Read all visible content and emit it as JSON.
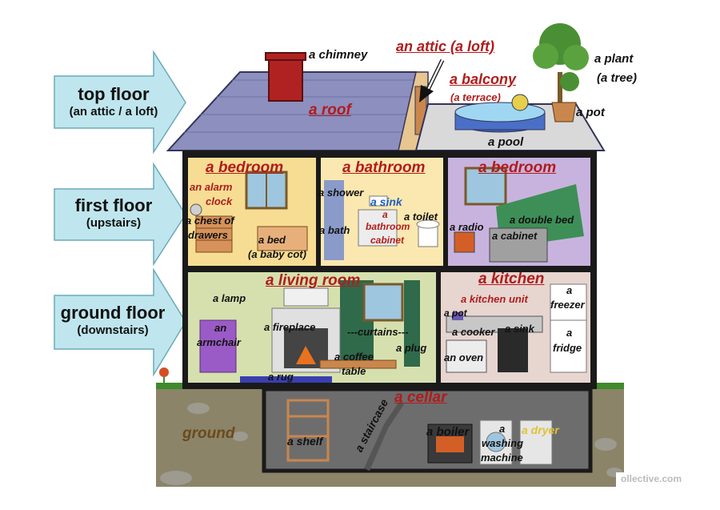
{
  "floors": {
    "top": {
      "name": "top floor",
      "note": "(an attic / a loft)"
    },
    "first": {
      "name": "first floor",
      "note": "(upstairs)"
    },
    "ground": {
      "name": "ground floor",
      "note": "(downstairs)"
    }
  },
  "rooms": {
    "roof": "a roof",
    "attic": "an attic (a loft)",
    "balcony": "a balcony",
    "terrace": "(a terrace)",
    "bedroom_left": "a bedroom",
    "bathroom": "a bathroom",
    "bedroom_right": "a bedroom",
    "living_room": "a living room",
    "kitchen": "a kitchen",
    "cellar": "a cellar"
  },
  "labels": {
    "chimney": "a chimney",
    "plant": "a plant",
    "tree": "(a tree)",
    "pot_roof": "a pot",
    "pool": "a pool",
    "alarm_clock_1": "an alarm",
    "alarm_clock_2": "clock",
    "chest_1": "a chest of",
    "chest_2": "drawers",
    "bed": "a bed",
    "baby_cot": "(a baby cot)",
    "shower": "a shower",
    "sink_bath": "a sink",
    "bath_cab_1": "a",
    "bath_cab_2": "bathroom",
    "bath_cab_3": "cabinet",
    "toilet": "a toilet",
    "bath": "a bath",
    "radio": "a radio",
    "double_bed": "a double bed",
    "cabinet": "a cabinet",
    "lamp": "a lamp",
    "armchair_1": "an",
    "armchair_2": "armchair",
    "fireplace": "a fireplace",
    "curtains": "---curtains---",
    "coffee_1": "a coffee",
    "coffee_2": "table",
    "plug": "a plug",
    "rug": "a rug",
    "kitchen_unit": "a kitchen unit",
    "pot_kitchen": "a pot",
    "cooker": "a cooker",
    "sink_kitchen": "a sink",
    "oven": "an oven",
    "freezer_1": "a",
    "freezer_2": "freezer",
    "fridge_1": "a",
    "fridge_2": "fridge",
    "ground": "ground",
    "shelf": "a shelf",
    "staircase": "a staircase",
    "boiler": "a boiler",
    "washing_1": "a",
    "washing_2": "washing",
    "washing_3": "machine",
    "dryer": "a dryer",
    "watermark": "ollective.com"
  },
  "colors": {
    "room_label": "#b01c1c",
    "roof": "#8d8fbf",
    "wall": "#1a1a1a",
    "ground": "#8b8468",
    "arrow": "#bfe6ee"
  }
}
